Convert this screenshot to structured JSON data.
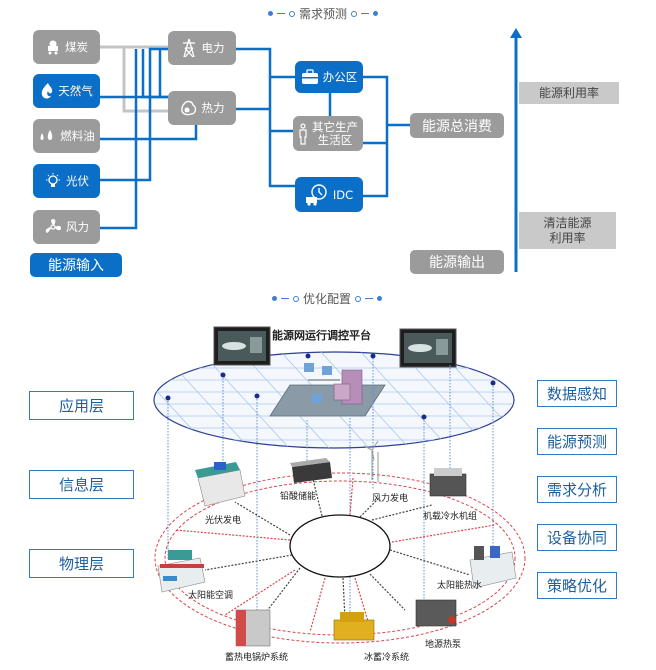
{
  "top_section": {
    "title": "需求预测",
    "inputs": [
      {
        "label": "煤炭",
        "icon": "coal-cart-icon",
        "style": "gray"
      },
      {
        "label": "天然气",
        "icon": "gas-flame-icon",
        "style": "blue"
      },
      {
        "label": "燃料油",
        "icon": "oil-drops-icon",
        "style": "gray"
      },
      {
        "label": "光伏",
        "icon": "lightbulb-icon",
        "style": "blue"
      },
      {
        "label": "风力",
        "icon": "fan-icon",
        "style": "gray"
      }
    ],
    "inputs_label": "能源输入",
    "converters": [
      {
        "label": "电力",
        "icon": "power-tower-icon"
      },
      {
        "label": "热力",
        "icon": "heat-icon"
      }
    ],
    "consumers": [
      {
        "label": "办公区",
        "icon": "briefcase-icon",
        "style": "blue"
      },
      {
        "label_line1": "其它生产",
        "label_line2": "生活区",
        "icon": "person-icon",
        "style": "gray"
      },
      {
        "label": "IDC",
        "icon": "clock-truck-icon",
        "style": "blue"
      }
    ],
    "total_consumption": "能源总消费",
    "output_label": "能源输出",
    "rates": [
      {
        "label": "能源利用率"
      },
      {
        "label_line1": "清洁能源",
        "label_line2": "利用率"
      }
    ]
  },
  "bottom_section": {
    "title": "优化配置",
    "platform_title": "能源网运行调控平台",
    "layers": [
      "应用层",
      "信息层",
      "物理层"
    ],
    "functions": [
      "数据感知",
      "能源预测",
      "需求分析",
      "设备协同",
      "策略优化"
    ],
    "devices": [
      "光伏发电",
      "铅酸储能",
      "风力发电",
      "机载冷水机组",
      "太阳能空调",
      "太阳能热水",
      "蓄热电锅炉系统",
      "冰蓄冷系统",
      "地源热泵"
    ]
  },
  "colors": {
    "blue": "#0b6fc7",
    "gray": "#9b9b9b",
    "light_gray": "#c9c9c9",
    "layer_border": "#2f7cc4",
    "red_dashed": "#d9464a"
  }
}
